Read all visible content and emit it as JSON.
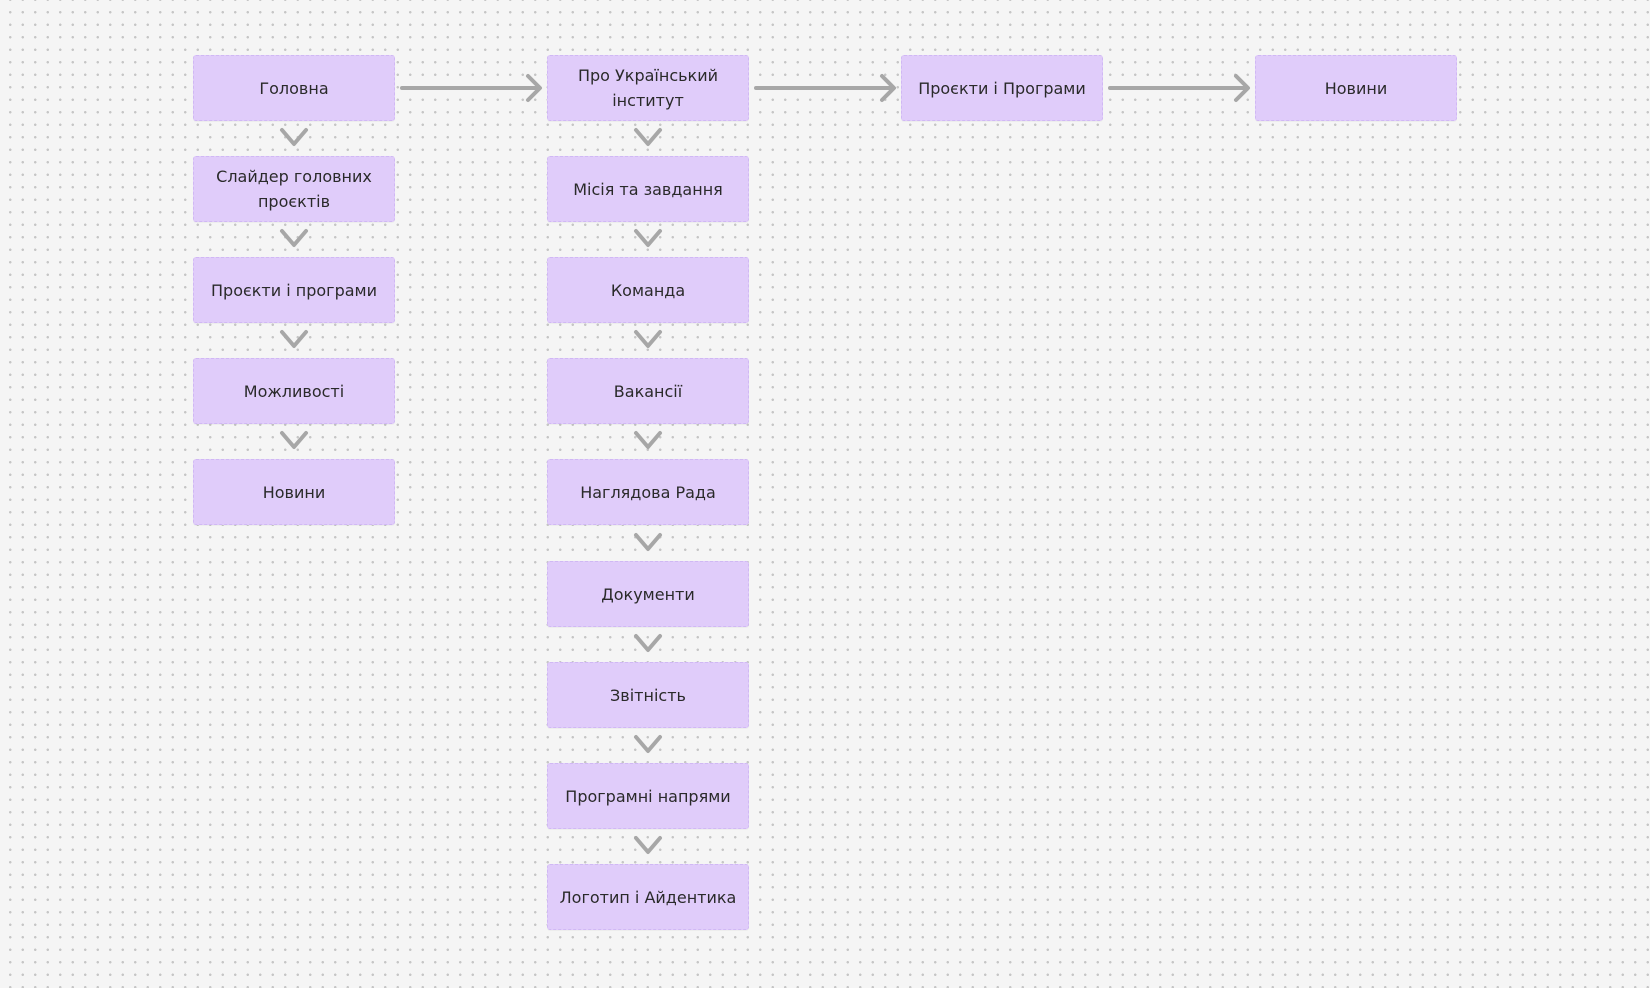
{
  "top_row": [
    {
      "id": "home",
      "label": "Головна"
    },
    {
      "id": "about",
      "label": "Про Український інститут"
    },
    {
      "id": "projects",
      "label": "Проєкти і Програми"
    },
    {
      "id": "news",
      "label": "Новини"
    }
  ],
  "home_children": [
    {
      "id": "slider",
      "label": "Слайдер головних проєктів"
    },
    {
      "id": "projects-programs",
      "label": "Проєкти і програми"
    },
    {
      "id": "opportunities",
      "label": "Можливості"
    },
    {
      "id": "news",
      "label": "Новини"
    }
  ],
  "about_children": [
    {
      "id": "mission",
      "label": "Місія та завдання"
    },
    {
      "id": "team",
      "label": "Команда"
    },
    {
      "id": "vacancies",
      "label": "Вакансії"
    },
    {
      "id": "supervisory-board",
      "label": "Наглядова Рада"
    },
    {
      "id": "documents",
      "label": "Документи"
    },
    {
      "id": "reporting",
      "label": "Звітність"
    },
    {
      "id": "program-directions",
      "label": "Програмні напрями"
    },
    {
      "id": "logo-identity",
      "label": "Логотип і Айдентика"
    }
  ],
  "colors": {
    "node_fill": "#e0ccfa",
    "arrow": "#a7a7a7",
    "background": "#f5f5f5"
  }
}
